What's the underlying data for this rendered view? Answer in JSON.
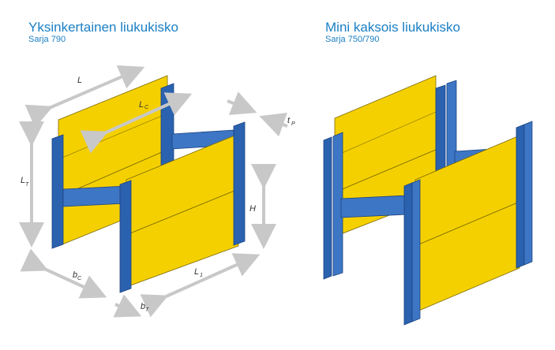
{
  "left_panel": {
    "title": "Yksinkertainen liukukisko",
    "subtitle": "Sarja 790",
    "dimensions": {
      "L": "L",
      "Lc": "L",
      "Lc_sub": "C",
      "LT": "L",
      "LT_sub": "T",
      "tP": "t",
      "tP_sub": "P",
      "H": "H",
      "bC": "b",
      "bC_sub": "C",
      "L1": "L",
      "L1_sub": "1",
      "bT": "b",
      "bT_sub": "T"
    }
  },
  "right_panel": {
    "title": "Mini kaksois liukukisko",
    "subtitle": "Sarja 750/790"
  },
  "colors": {
    "title": "#1a7fc4",
    "panel_yellow": "#f5d000",
    "panel_yellow_dark": "#d4b000",
    "rail_blue": "#2a62b0",
    "rail_blue_dark": "#1b4280",
    "arrow_gray": "#c8c8c8"
  }
}
